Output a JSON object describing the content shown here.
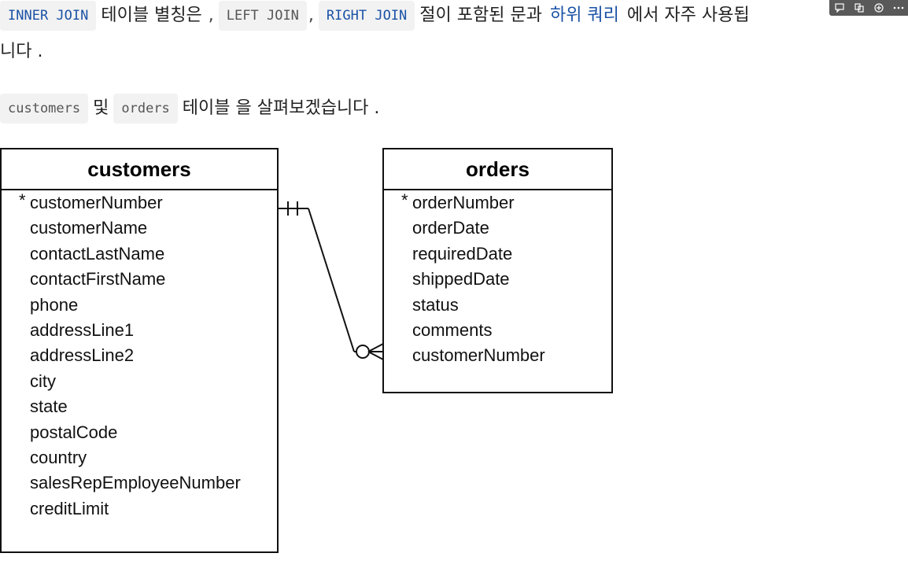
{
  "paragraph1": {
    "code1": "INNER JOIN",
    "text1": "테이블 별칭은",
    "comma1": ",",
    "code2": "LEFT JOIN",
    "comma2": ",",
    "code3": "RIGHT JOIN",
    "text2": "절이 포함된 문과",
    "link": "하위 쿼리",
    "text3": "에서 자주 사용됩",
    "text4": "니다 ."
  },
  "paragraph2": {
    "code1": "customers",
    "text1": "및",
    "code2": "orders",
    "text2": "테이블 을 살펴보겠습니다 ."
  },
  "diagram": {
    "customers": {
      "title": "customers",
      "pk_marker": "*",
      "fields": [
        "customerNumber",
        "customerName",
        "contactLastName",
        "contactFirstName",
        "phone",
        "addressLine1",
        "addressLine2",
        "city",
        "state",
        "postalCode",
        "country",
        "salesRepEmployeeNumber",
        "creditLimit"
      ]
    },
    "orders": {
      "title": "orders",
      "pk_marker": "*",
      "fields": [
        "orderNumber",
        "orderDate",
        "requiredDate",
        "shippedDate",
        "status",
        "comments",
        "customerNumber"
      ]
    }
  },
  "toolbar": {
    "icons": [
      "comment-icon",
      "copy-icon",
      "add-icon",
      "more-icon"
    ]
  },
  "colors": {
    "link": "#1a52a6",
    "code_bg": "#f2f2f2"
  }
}
